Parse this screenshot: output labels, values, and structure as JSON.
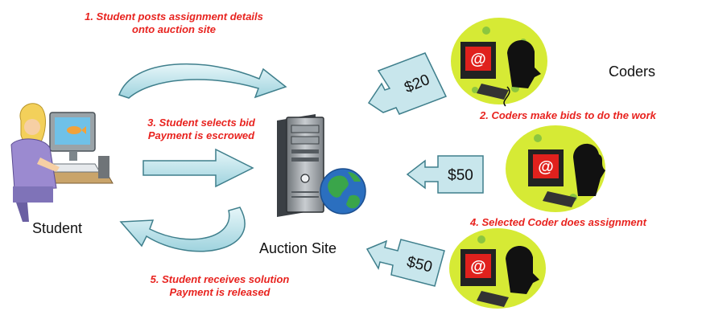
{
  "steps": {
    "step1_line1": "1. Student posts assignment details",
    "step1_line2": "onto auction site",
    "step2": "2. Coders make bids to do the work",
    "step3_line1": "3. Student selects bid",
    "step3_line2": "Payment is escrowed",
    "step4": "4. Selected Coder does assignment",
    "step5_line1": "5. Student receives solution",
    "step5_line2": "Payment is released"
  },
  "labels": {
    "coders": "Coders",
    "student": "Student",
    "auction_site": "Auction Site"
  },
  "bids": [
    "$20",
    "$50",
    "$50"
  ],
  "colors": {
    "step_text": "#e8231f",
    "arrow_fill": "#bfe3ea",
    "arrow_stroke": "#3f7f8c",
    "glow": "#d6ea35",
    "monitor_screen": "#e0211d"
  },
  "icons": [
    "student-at-computer-icon",
    "server-tower-icon",
    "globe-icon",
    "coder-at-computer-icon"
  ]
}
